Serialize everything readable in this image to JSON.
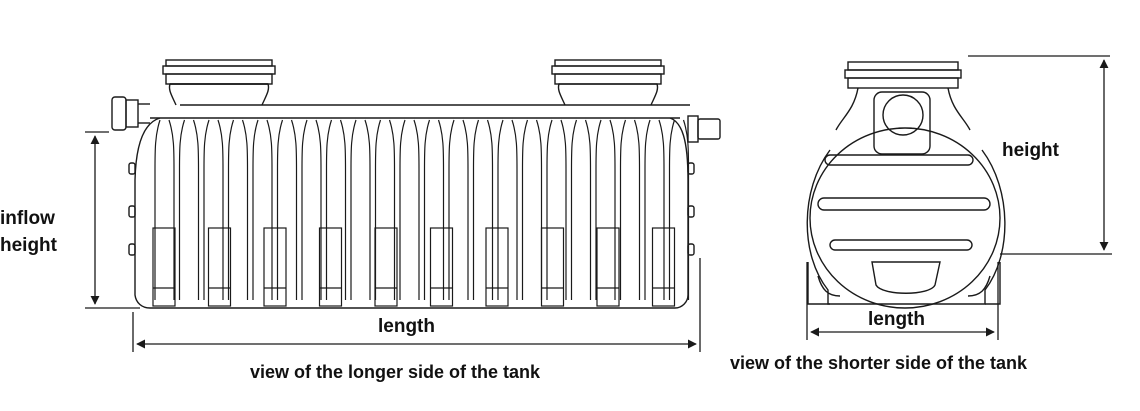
{
  "long_view": {
    "caption": "view of the longer side of the tank",
    "length_label": "length",
    "inflow_height_label": [
      "inflow",
      "height"
    ]
  },
  "short_view": {
    "caption": "view of the shorter side of the tank",
    "length_label": "length",
    "height_label": "height"
  },
  "colors": {
    "line": "#1a1a1a",
    "background": "#ffffff"
  }
}
